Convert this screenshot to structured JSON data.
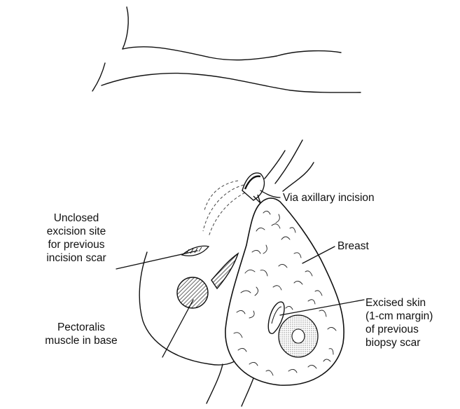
{
  "labels": {
    "axillary_incision": [
      "Via axillary incision"
    ],
    "unclosed_excision": [
      "Unclosed",
      "excision site",
      "for previous",
      "incision scar"
    ],
    "breast": [
      "Breast"
    ],
    "excised_skin": [
      "Excised skin",
      "(1-cm margin)",
      "of previous",
      "biopsy scar"
    ],
    "pectoralis": [
      "Pectoralis",
      "muscle in base"
    ]
  },
  "colors": {
    "ink": "#111111",
    "stipple": "#9a9a9a",
    "background": "#ffffff"
  }
}
